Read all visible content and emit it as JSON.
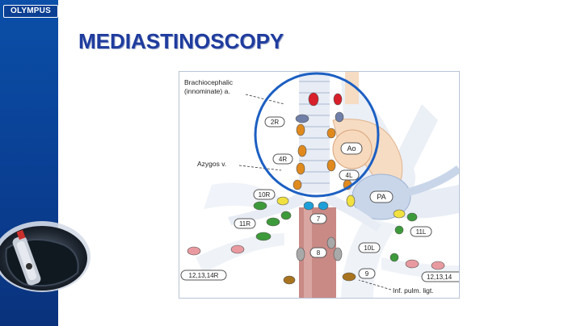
{
  "slide": {
    "brand": "OLYMPUS",
    "title": "MEDIASTINOSCOPY"
  },
  "figure": {
    "callouts": {
      "brachiocephalic_line1": "Brachiocephalic",
      "brachiocephalic_line2": "(innominate) a.",
      "azygos": "Azygos v.",
      "inf_pulm": "Inf. pulm. ligt."
    },
    "structures": {
      "aorta": "Ao",
      "pulmonary_artery": "PA"
    },
    "stations": {
      "s2R": "2R",
      "s4R": "4R",
      "s4L": "4L",
      "s10R": "10R",
      "s11R": "11R",
      "s7": "7",
      "s8": "8",
      "s10L": "10L",
      "s11L": "11L",
      "s9": "9",
      "s12R": "12,13,14R",
      "s12L": "12,13,14"
    }
  },
  "colors": {
    "sidebar": "#0a3f93",
    "title": "#1f3c9e",
    "highlight_circle": "#1c5fc2",
    "node_orange": "#e08a1e",
    "node_red": "#d7202a",
    "node_blue_grey": "#6f7fa8",
    "node_green": "#3d9a3a",
    "node_yellow": "#f0e040",
    "node_pink": "#e89aa0",
    "node_grey": "#a9a9a9"
  },
  "icons": {
    "device": "mediastinoscope-device-image"
  }
}
